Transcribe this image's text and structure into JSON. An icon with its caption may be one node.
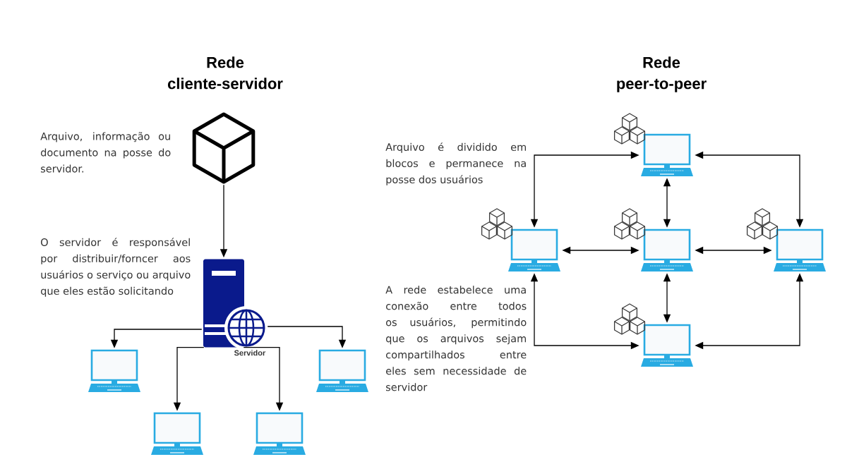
{
  "diagram": {
    "nodes": [
      {
        "text": [],
        "shape": "picture"
      },
      {
        "text": [
          "Servidor"
        ]
      },
      {
        "text": [],
        "shape": "computer"
      },
      {
        "text": [],
        "shape": "computer"
      },
      {
        "text": [],
        "shape": "computer"
      },
      {
        "text": [],
        "shape": "computer"
      },
      {
        "text": [],
        "shape": "computer"
      },
      {
        "text": [],
        "shape": "computer"
      },
      {
        "text": [],
        "shape": "computer"
      },
      {
        "text": [],
        "shape": "computer"
      },
      {
        "text": [],
        "shape": "computer"
      }
    ],
    "edges": [
      {
        "from": 0,
        "to": 1,
        "arrow": "to"
      },
      {
        "from": 1,
        "to": 2,
        "arrow": "to"
      },
      {
        "from": 1,
        "to": 3,
        "arrow": "to"
      },
      {
        "from": 1,
        "to": 4,
        "arrow": "to"
      },
      {
        "from": 1,
        "to": 5,
        "arrow": "to"
      },
      {
        "from": 7,
        "to": 6,
        "arrow": "both"
      },
      {
        "from": 6,
        "to": 9,
        "arrow": "both"
      },
      {
        "from": 6,
        "to": 8,
        "arrow": "both"
      },
      {
        "from": 7,
        "to": 8,
        "arrow": "both"
      },
      {
        "from": 8,
        "to": 9,
        "arrow": "both"
      },
      {
        "from": 8,
        "to": 10,
        "arrow": "both"
      },
      {
        "from": 7,
        "to": 10,
        "arrow": "both"
      },
      {
        "from": 9,
        "to": 10,
        "arrow": "both"
      }
    ],
    "labels": [
      "Rede cliente-servidor",
      "Arquivo, informação ou documento na posse do servidor.",
      "O servidor é responsável por distribuir/forncer aos usuários o serviço ou arquivo que eles estão solicitando",
      "Rede peer-to-peer",
      "Arquivo é dividido em blocos e permanece na posse dos usuários",
      "A rede estabelece uma conexão entre todos os usuários, permitindo que os arquivos sejam compartilhados entre eles sem necessidade de servidor"
    ]
  }
}
